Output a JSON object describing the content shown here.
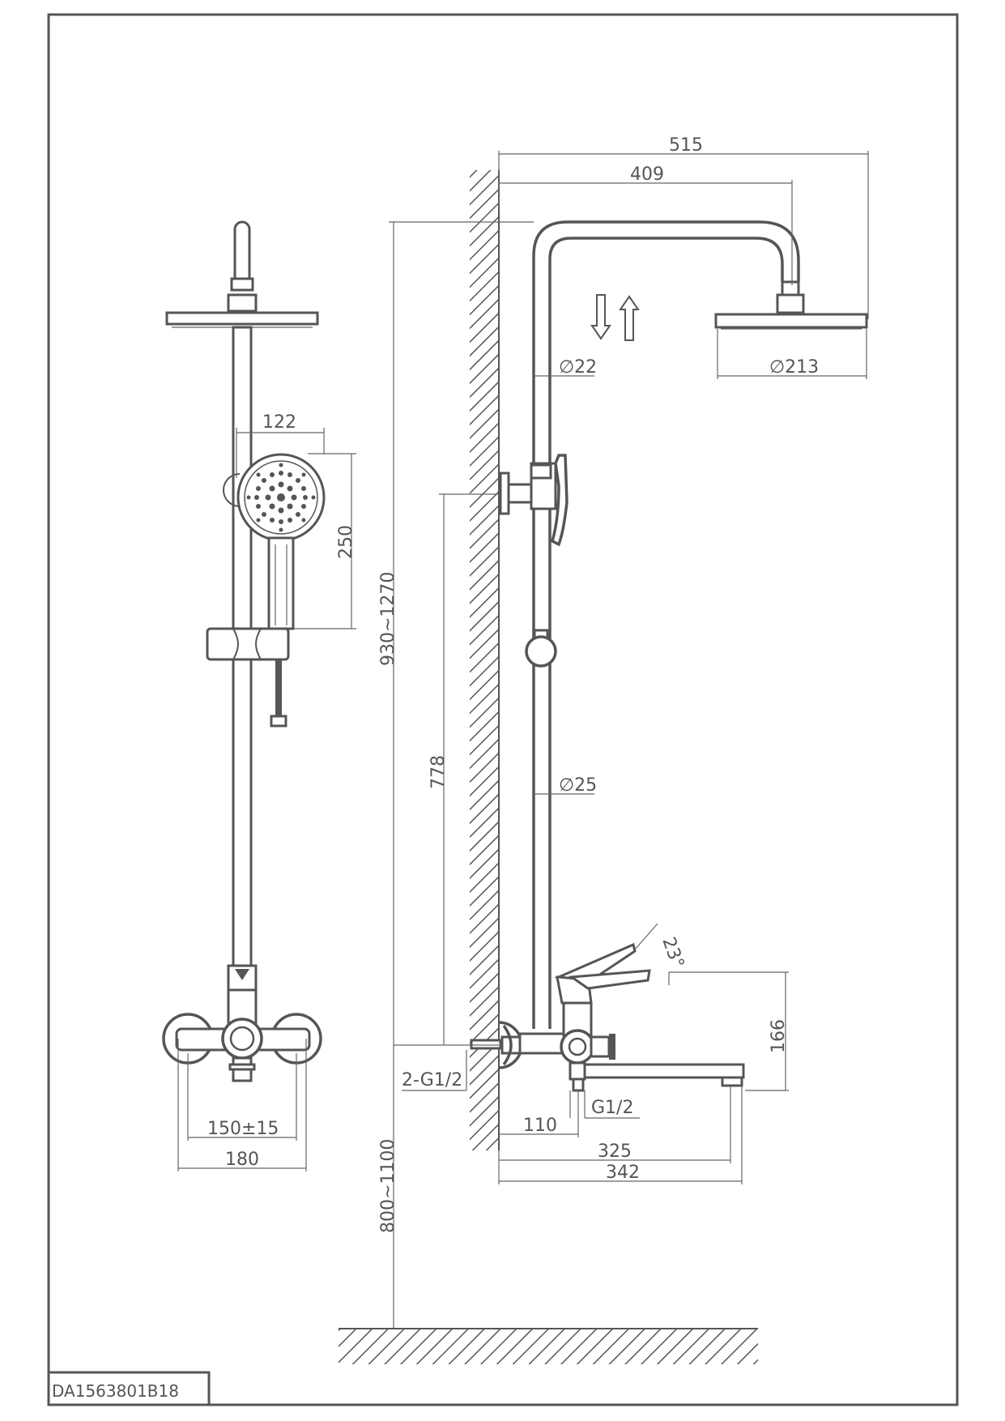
{
  "title_block": {
    "code": "DA1563801B18"
  },
  "colors": {
    "line": "#555555",
    "background": "#ffffff"
  },
  "front_view": {
    "handshower_width": "122",
    "handshower_height": "250",
    "inlet_centers": "150±15",
    "mixer_width": "180"
  },
  "side_view": {
    "overall_reach": "515",
    "arm_reach": "409",
    "total_height": "930~1270",
    "pipe_upper_dia": "∅22",
    "head_dia": "∅213",
    "bracket_height": "778",
    "pipe_lower_dia": "∅25",
    "handle_angle": "23°",
    "mixer_height": "166",
    "inlet_thread": "2-G1/2",
    "outlet_thread": "G1/2",
    "outlet_offset": "110",
    "spout_reach": "325",
    "spout_total": "342",
    "install_height": "800~1100"
  }
}
